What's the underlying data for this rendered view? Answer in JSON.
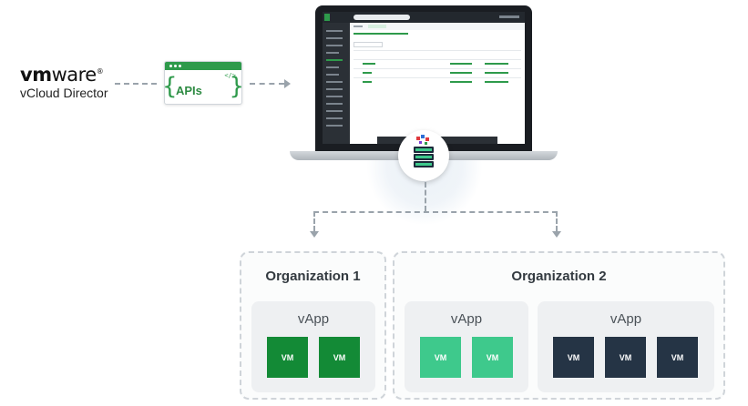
{
  "source": {
    "logo_text_bold": "vm",
    "logo_text_regular": "ware",
    "logo_mark": "®",
    "subtitle": "vCloud Director"
  },
  "api_card": {
    "label": "APIs",
    "code_glyph": "</>",
    "icon": "api-window-icon"
  },
  "hub": {
    "icon": "server-stack-icon"
  },
  "organizations": [
    {
      "title": "Organization 1",
      "vapps": [
        {
          "title": "vApp",
          "vms": [
            "VM",
            "VM"
          ],
          "color": "#138a36"
        }
      ]
    },
    {
      "title": "Organization 2",
      "vapps": [
        {
          "title": "vApp",
          "vms": [
            "VM",
            "VM"
          ],
          "color": "#3ec98c"
        },
        {
          "title": "vApp",
          "vms": [
            "VM",
            "VM",
            "VM"
          ],
          "color": "#253445"
        }
      ]
    }
  ],
  "colors": {
    "brand_green": "#2e9a4b",
    "connector": "#9aa3ab",
    "vm_dark_green": "#138a36",
    "vm_light_green": "#3ec98c",
    "vm_navy": "#253445"
  }
}
